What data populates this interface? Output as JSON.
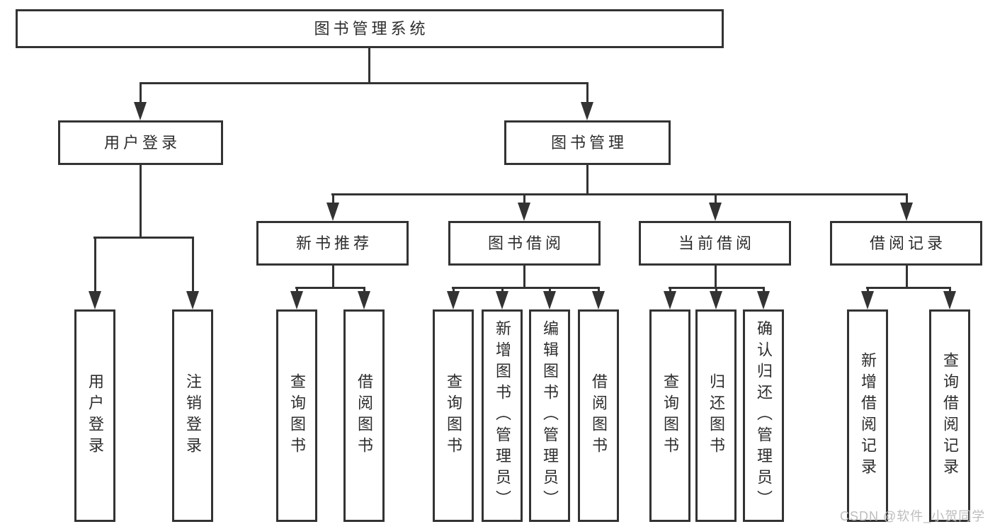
{
  "nodes": {
    "root": "图书管理系统",
    "user_login": "用户登录",
    "book_mgmt": "图书管理",
    "new_books": "新书推荐",
    "book_borrow": "图书借阅",
    "current_borrow": "当前借阅",
    "borrow_records": "借阅记录"
  },
  "leaves": {
    "user_login": [
      "用户登录",
      "注销登录"
    ],
    "new_books": [
      "查询图书",
      "借阅图书"
    ],
    "book_borrow": [
      "查询图书",
      "新增图书（管理员）",
      "编辑图书（管理员）",
      "借阅图书"
    ],
    "current_borrow": [
      "查询图书",
      "归还图书",
      "确认归还（管理员）"
    ],
    "borrow_records": [
      "新增借阅记录",
      "查询借阅记录"
    ]
  },
  "watermark": "CSDN @软件_小贺同学",
  "colors": {
    "line": "#333333",
    "text": "#2d2d2d",
    "watermark": "#bdbdbd",
    "background": "#ffffff"
  }
}
